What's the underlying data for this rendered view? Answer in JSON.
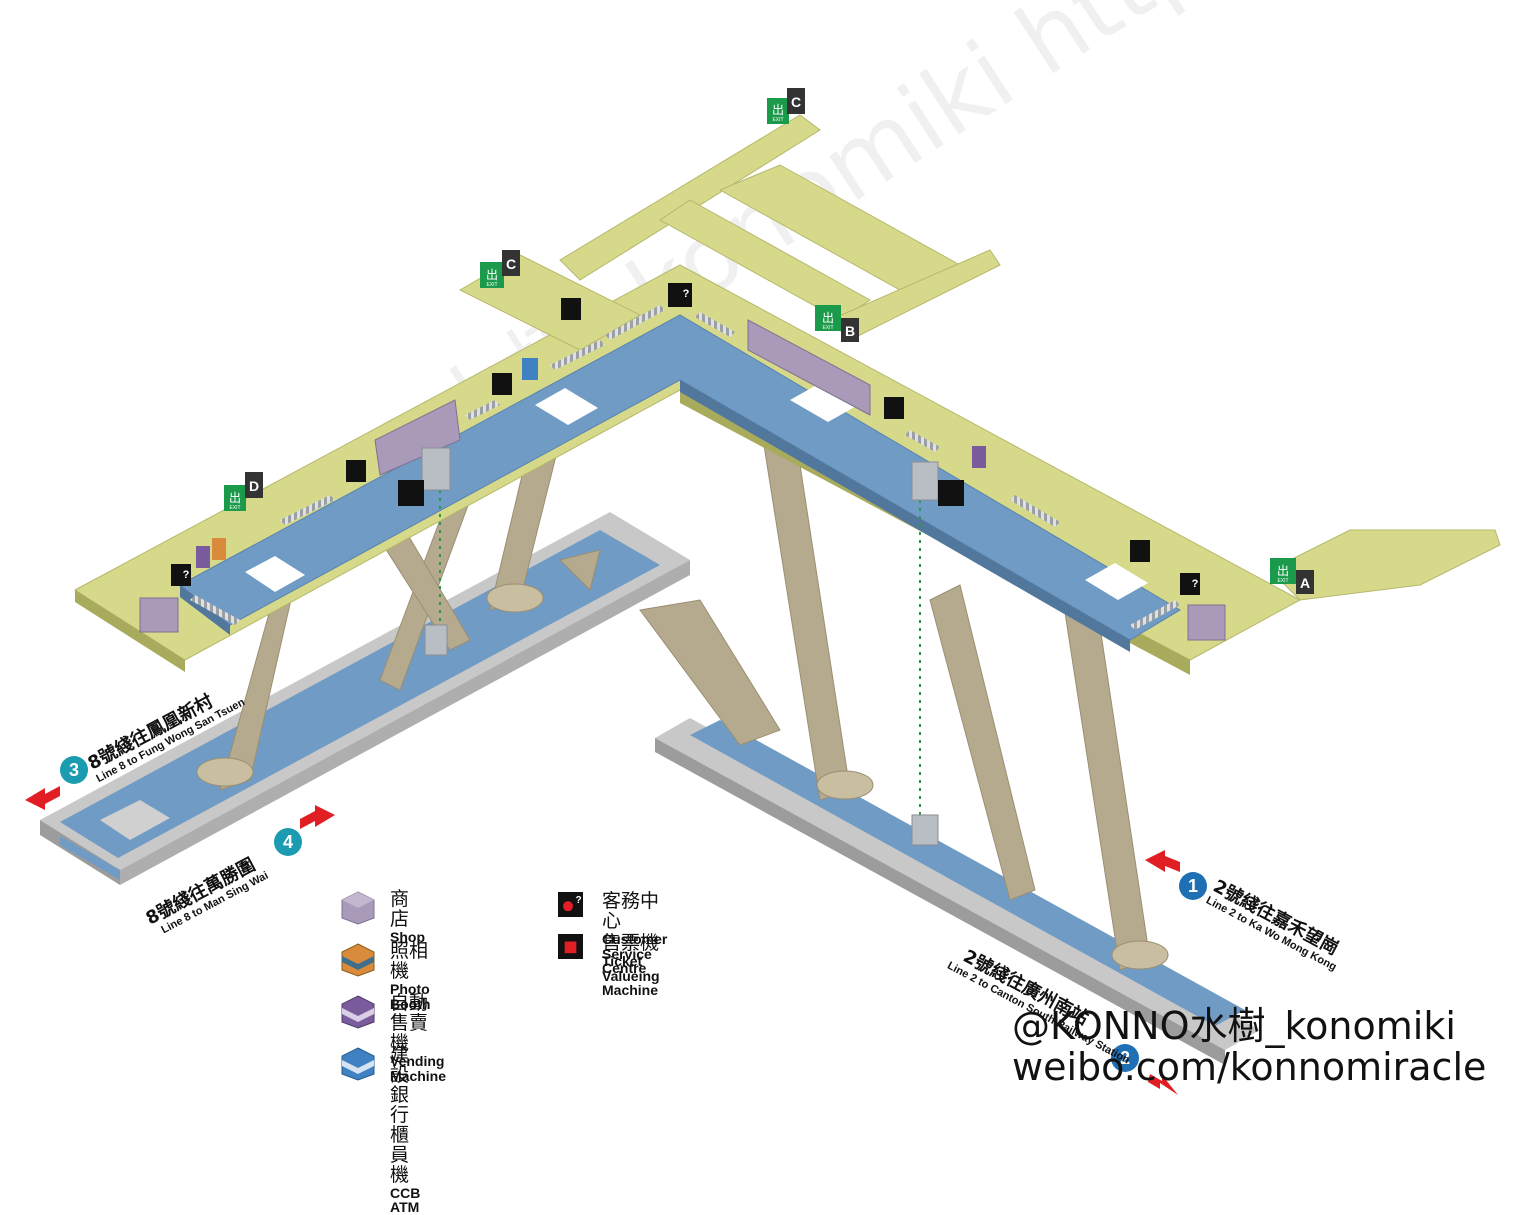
{
  "exits": [
    {
      "id": "exit-a",
      "letter": "A"
    },
    {
      "id": "exit-b",
      "letter": "B"
    },
    {
      "id": "exit-c-top",
      "letter": "C"
    },
    {
      "id": "exit-c-left",
      "letter": "C"
    },
    {
      "id": "exit-d",
      "letter": "D"
    }
  ],
  "exit_glyph": "出",
  "exit_word": "EXIT",
  "csc_glyph": "?",
  "lines": {
    "line8_west": {
      "num": "3",
      "zh": "8號綫往鳳凰新村",
      "en": "Line 8 to Fung Wong San Tsuen",
      "color": "#1a9bb0"
    },
    "line8_east": {
      "num": "4",
      "zh": "8號綫往萬勝圍",
      "en": "Line 8 to Man Sing Wai",
      "color": "#1a9bb0"
    },
    "line2_west": {
      "num": "1",
      "zh": "2號綫往嘉禾望崗",
      "en": "Line 2 to Ka Wo Mong Kong",
      "color": "#1f6fb5"
    },
    "line2_south": {
      "num": "2",
      "zh": "2號綫往廣州南站",
      "en": "Line 2 to Canton South Railway Station",
      "color": "#1f6fb5"
    }
  },
  "legend": [
    {
      "zh": "商店",
      "en": "Shop",
      "icon": "shop-cube",
      "color": "#a89ab8"
    },
    {
      "zh": "照相機",
      "en": "Photo Booth",
      "icon": "photo-booth-cube",
      "color": "#d98a3a"
    },
    {
      "zh": "自動售賣機",
      "en": "Vending Machine",
      "icon": "vending-machine-cube",
      "color": "#7a5c9c"
    },
    {
      "zh": "建設銀行櫃員機",
      "en": "CCB ATM",
      "icon": "atm-cube",
      "color": "#3f82c4"
    },
    {
      "zh": "客務中心",
      "en": "Customer Service Centre",
      "icon": "customer-service-icon"
    },
    {
      "zh": "售票機",
      "en": "Ticket Valueing Machine",
      "icon": "ticket-machine-icon"
    }
  ],
  "watermark": {
    "line1": "@KONNO水樹_konomiki",
    "line2": "weibo.com/konnomiracle",
    "diagonal": "KONNO水樹_konomiki  http://weibo.com/konnomiracle"
  },
  "colors": {
    "concourse": "#d6d98a",
    "platform": "#6f9bc4",
    "stair": "#b5aa8e",
    "edge": "#c8c8c8",
    "arrow": "#e01e24",
    "exit_green": "#1a9a4a"
  }
}
